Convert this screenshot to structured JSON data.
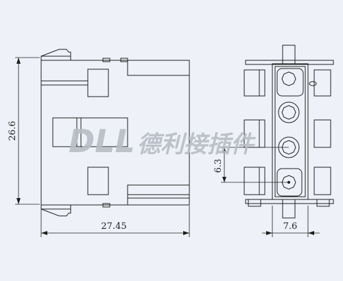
{
  "drawing": {
    "dimensions": {
      "height": "26.6",
      "width": "27.45",
      "pitch": "6.3",
      "depth": "7.6"
    },
    "watermark": {
      "brand": "DLL",
      "chinese": "德利接插件",
      "color": "#b8bcc4"
    },
    "line_color": "#1e1e1e",
    "background": "#eef1f8"
  }
}
